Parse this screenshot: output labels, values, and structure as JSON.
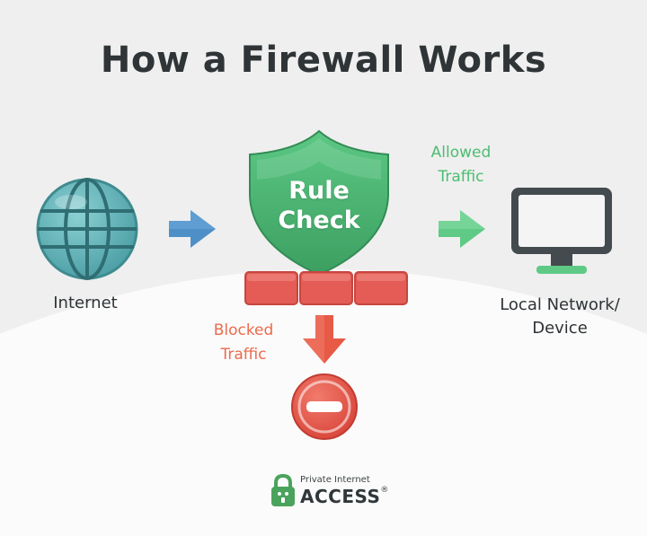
{
  "title": "How a Firewall Works",
  "nodes": {
    "internet": {
      "label": "Internet",
      "icon": "globe-icon"
    },
    "firewall": {
      "label_line1": "Rule",
      "label_line2": "Check",
      "icon": "shield-icon"
    },
    "device": {
      "label": "Local Network/ Device",
      "icon": "monitor-icon"
    },
    "blocked": {
      "icon": "no-entry-icon"
    }
  },
  "flows": {
    "allowed": {
      "label_line1": "Allowed",
      "label_line2": "Traffic"
    },
    "blocked": {
      "label_line1": "Blocked",
      "label_line2": "Traffic"
    }
  },
  "logo": {
    "top": "Private Internet",
    "main": "ACCESS",
    "mark": "®"
  },
  "colors": {
    "title": "#2f3436",
    "globe": "#5fb0b4",
    "shield": "#48b571",
    "arrow_in": "#4f8fc8",
    "arrow_allowed": "#5fca86",
    "arrow_blocked": "#e75a45",
    "brick": "#e45c55",
    "allowed_text": "#4cbd72",
    "blocked_text": "#ec6b4c"
  }
}
